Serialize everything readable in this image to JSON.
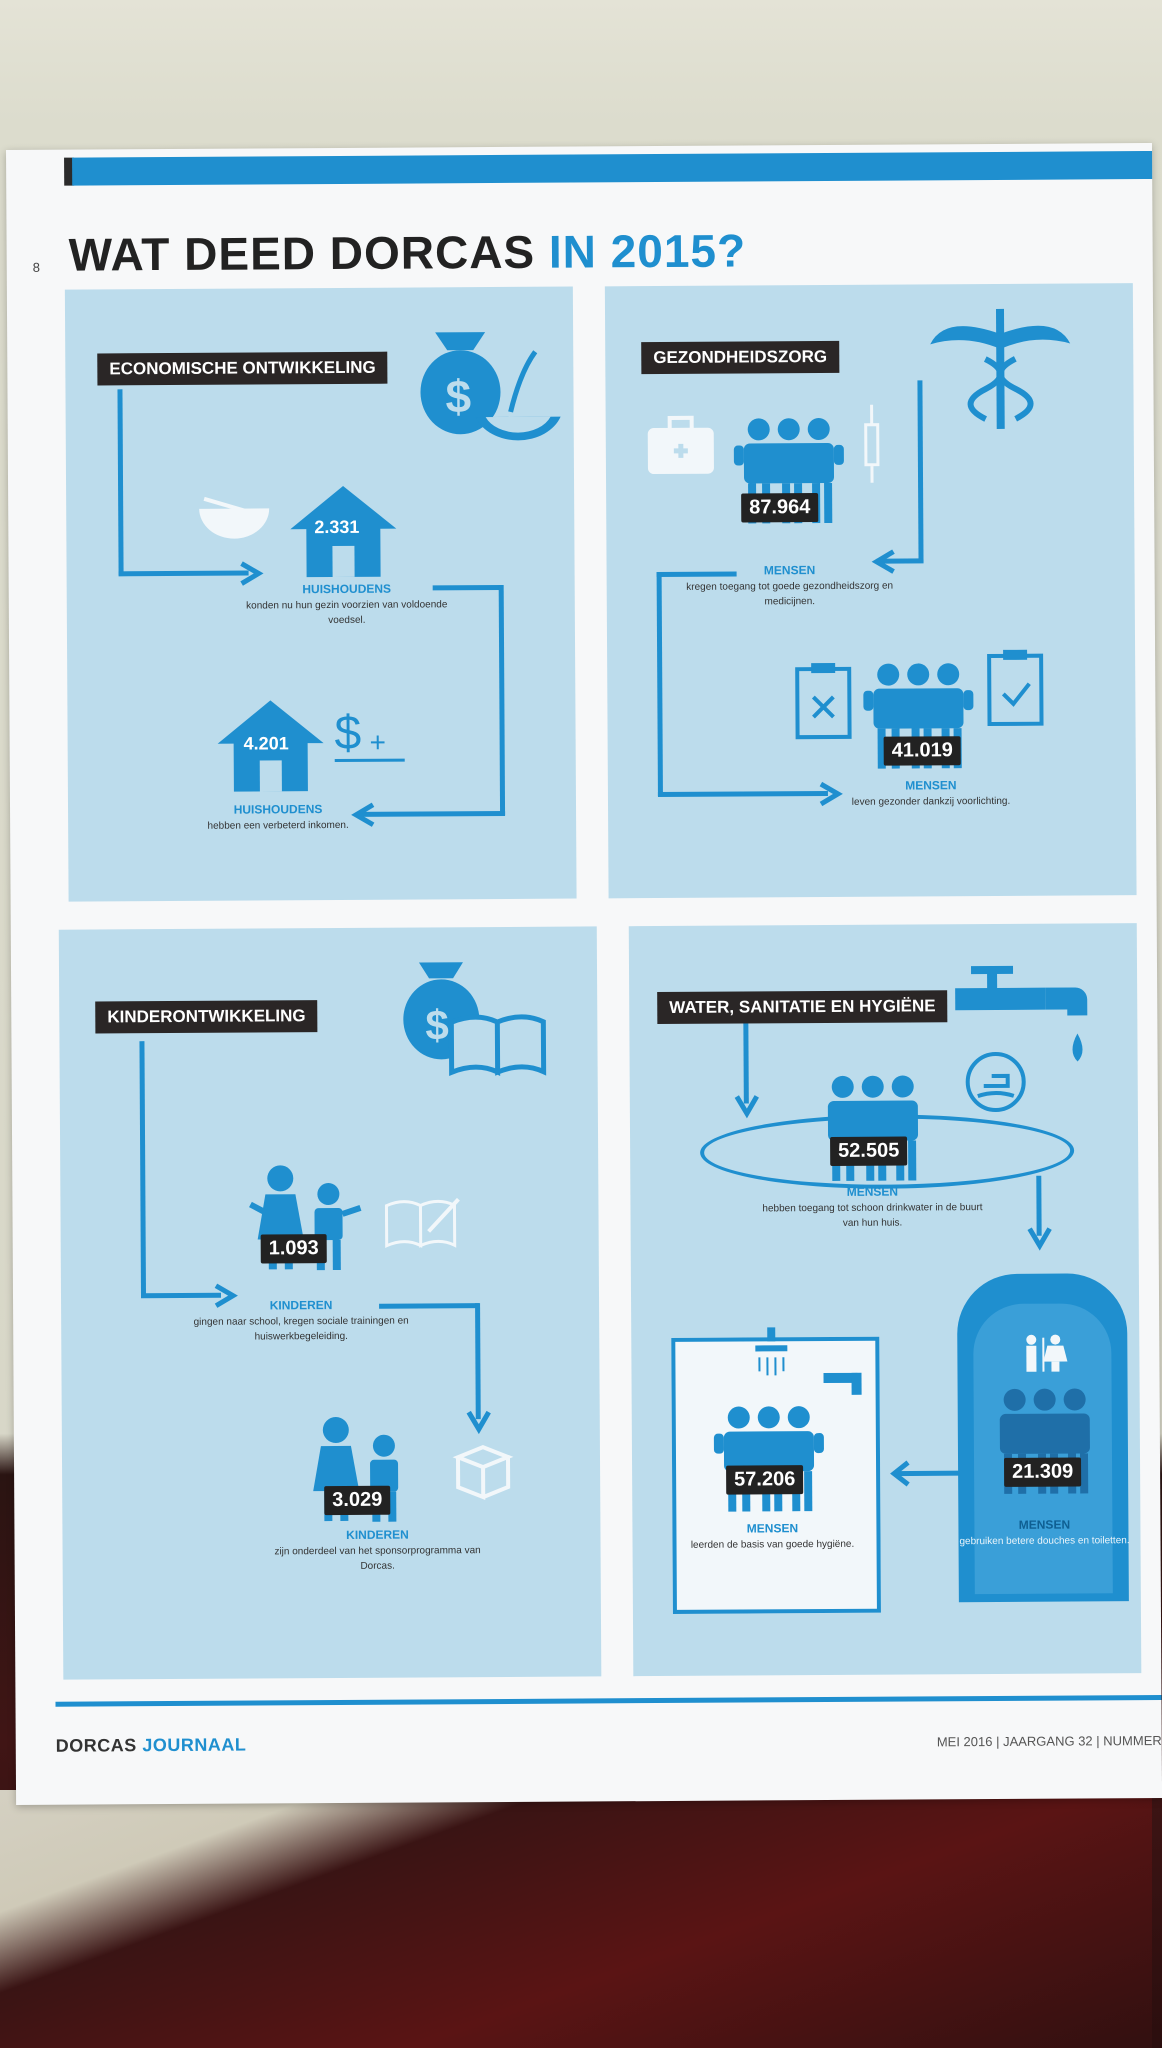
{
  "page": {
    "page_number": "8",
    "headline_dark": "WAT DEED DORCAS",
    "headline_blue": "IN 2015?"
  },
  "panels": {
    "economic": {
      "label": "ECONOMISCHE ONTWIKKELING",
      "stat1": {
        "value": "2.331",
        "unit": "HUISHOUDENS",
        "desc": "konden nu hun gezin voorzien van voldoende voedsel."
      },
      "stat2": {
        "value": "4.201",
        "unit": "HUISHOUDENS",
        "desc": "hebben een verbeterd inkomen."
      }
    },
    "health": {
      "label": "GEZONDHEIDSZORG",
      "stat1": {
        "value": "87.964",
        "unit": "MENSEN",
        "desc": "kregen toegang tot goede gezondheidszorg en medicijnen."
      },
      "stat2": {
        "value": "41.019",
        "unit": "MENSEN",
        "desc": "leven gezonder dankzij voorlichting."
      }
    },
    "children": {
      "label": "KINDERONTWIKKELING",
      "stat1": {
        "value": "1.093",
        "unit": "KINDEREN",
        "desc": "gingen naar school, kregen sociale trainingen en huiswerkbegeleiding."
      },
      "stat2": {
        "value": "3.029",
        "unit": "KINDEREN",
        "desc": "zijn onderdeel van het sponsorprogramma van Dorcas."
      }
    },
    "water": {
      "label": "WATER, SANITATIE EN HYGIËNE",
      "stat1": {
        "value": "52.505",
        "unit": "MENSEN",
        "desc": "hebben toegang tot schoon drinkwater in de buurt van hun huis."
      },
      "stat2": {
        "value": "21.309",
        "unit": "MENSEN",
        "desc": "gebruiken betere douches en toiletten."
      },
      "stat3": {
        "value": "57.206",
        "unit": "MENSEN",
        "desc": "leerden de basis van goede hygiëne."
      }
    }
  },
  "footer": {
    "brand_dark": "DORCAS",
    "brand_blue": "JOURNAAL",
    "issue": "MEI 2016 | JAARGANG 32 | NUMMER"
  },
  "colors": {
    "accent": "#1f8fcf",
    "panel": "#bcdcec",
    "label_bg": "#2a2626"
  }
}
